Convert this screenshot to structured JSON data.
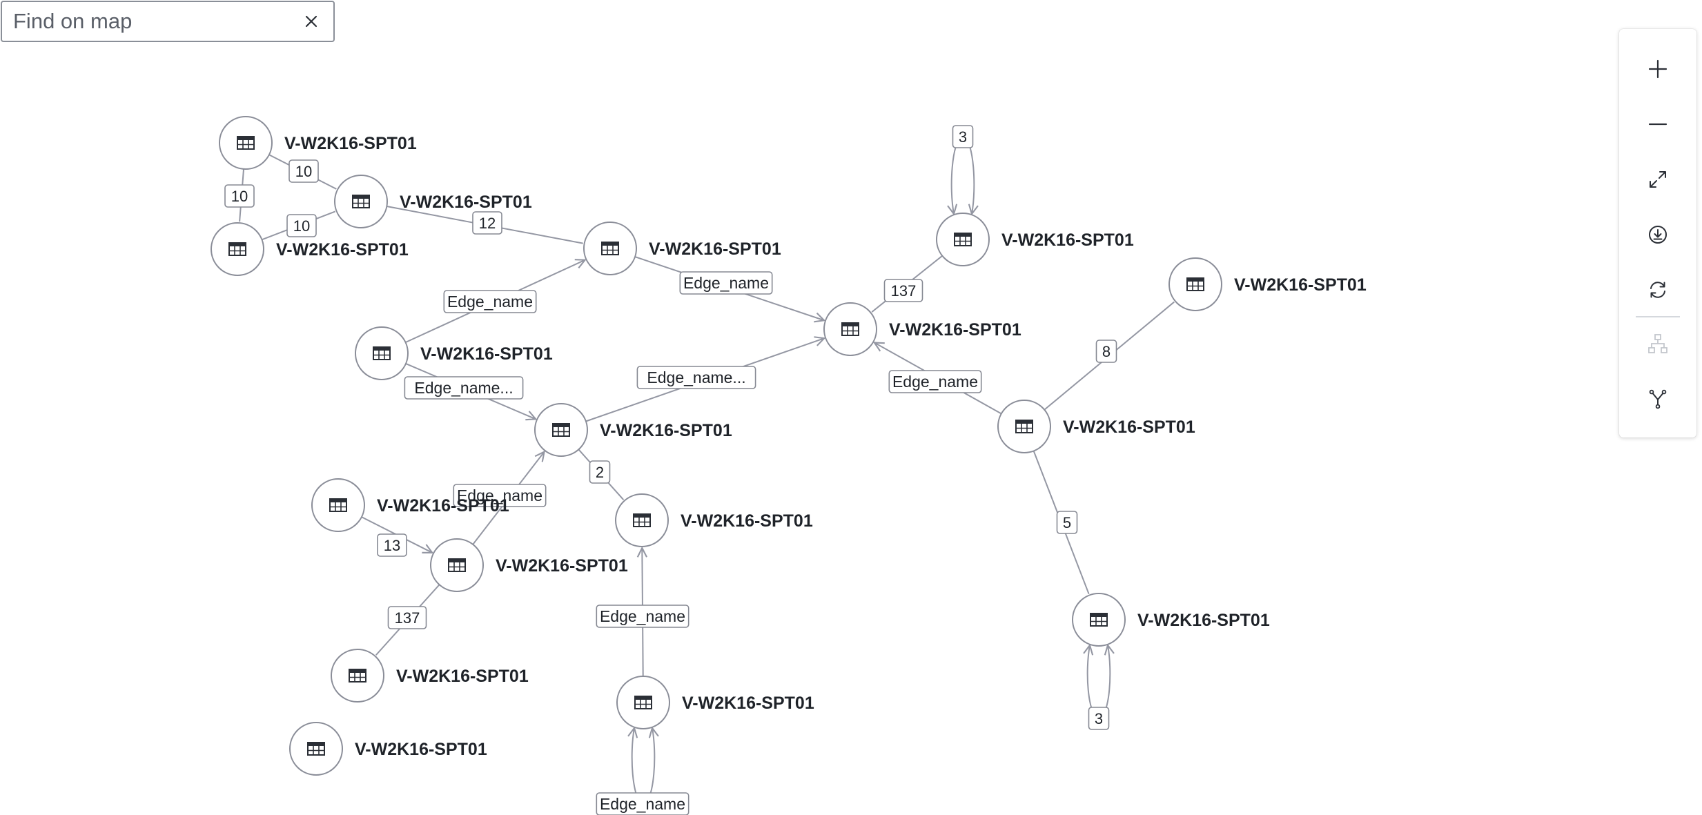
{
  "search": {
    "placeholder": "Find on map",
    "value": ""
  },
  "toolbar": {
    "buttons": [
      {
        "name": "zoom-in",
        "icon": "plus-icon",
        "enabled": true
      },
      {
        "name": "zoom-out",
        "icon": "minus-icon",
        "enabled": true
      },
      {
        "name": "fit-to-screen",
        "icon": "expand-icon",
        "enabled": true
      },
      {
        "name": "download",
        "icon": "download-icon",
        "enabled": true
      },
      {
        "name": "refresh",
        "icon": "refresh-icon",
        "enabled": true
      },
      {
        "name": "hierarchical-layout",
        "icon": "hierarchy-icon",
        "enabled": false
      },
      {
        "name": "force-layout",
        "icon": "branch-icon",
        "enabled": true
      }
    ]
  },
  "colors": {
    "edge": "#9497a3",
    "node_border": "#8a8d98",
    "label_border": "#858892",
    "text": "#1f2329",
    "icon": "#2b2f36",
    "icon_disabled": "#c3c6cc"
  },
  "graph": {
    "nodes": [
      {
        "id": "n1",
        "label": "V-W2K16-SPT01",
        "icon": "table-icon"
      },
      {
        "id": "n2",
        "label": "V-W2K16-SPT01",
        "icon": "table-icon"
      },
      {
        "id": "n3",
        "label": "V-W2K16-SPT01",
        "icon": "table-icon"
      },
      {
        "id": "n4",
        "label": "V-W2K16-SPT01",
        "icon": "table-icon"
      },
      {
        "id": "n5",
        "label": "V-W2K16-SPT01",
        "icon": "table-icon"
      },
      {
        "id": "n6",
        "label": "V-W2K16-SPT01",
        "icon": "table-icon"
      },
      {
        "id": "n7",
        "label": "V-W2K16-SPT01",
        "icon": "table-icon"
      },
      {
        "id": "n8",
        "label": "V-W2K16-SPT01",
        "icon": "table-icon"
      },
      {
        "id": "n9",
        "label": "V-W2K16-SPT01",
        "icon": "table-icon"
      },
      {
        "id": "n10",
        "label": "V-W2K16-SPT01",
        "icon": "table-icon"
      },
      {
        "id": "n11",
        "label": "V-W2K16-SPT01",
        "icon": "table-icon"
      },
      {
        "id": "n12",
        "label": "V-W2K16-SPT01",
        "icon": "table-icon"
      },
      {
        "id": "n13",
        "label": "V-W2K16-SPT01",
        "icon": "table-icon"
      },
      {
        "id": "n14",
        "label": "V-W2K16-SPT01",
        "icon": "table-icon"
      },
      {
        "id": "n15",
        "label": "V-W2K16-SPT01",
        "icon": "table-icon"
      },
      {
        "id": "n16",
        "label": "V-W2K16-SPT01",
        "icon": "table-icon"
      },
      {
        "id": "n17",
        "label": "V-W2K16-SPT01",
        "icon": "table-icon"
      }
    ],
    "edges": [
      {
        "from": "n1",
        "to": "n3",
        "label": "10",
        "arrow": false
      },
      {
        "from": "n1",
        "to": "n2",
        "label": "10",
        "arrow": false
      },
      {
        "from": "n2",
        "to": "n3",
        "label": "10",
        "arrow": false
      },
      {
        "from": "n3",
        "to": "n4",
        "label": "12",
        "arrow": false
      },
      {
        "from": "n5",
        "to": "n4",
        "label": "Edge_name",
        "arrow": true
      },
      {
        "from": "n4",
        "to": "n6",
        "label": "Edge_name",
        "arrow": true
      },
      {
        "from": "n7",
        "to": "n6",
        "label": "137",
        "arrow": false
      },
      {
        "from": "n7",
        "to": "n7",
        "label": "3",
        "arrow": true
      },
      {
        "from": "n5",
        "to": "n9",
        "label": "Edge_name...",
        "arrow": true
      },
      {
        "from": "n9",
        "to": "n6",
        "label": "Edge_name...",
        "arrow": true
      },
      {
        "from": "n10",
        "to": "n6",
        "label": "Edge_name",
        "arrow": true
      },
      {
        "from": "n10",
        "to": "n8",
        "label": "8",
        "arrow": false
      },
      {
        "from": "n10",
        "to": "n11",
        "label": "5",
        "arrow": false
      },
      {
        "from": "n11",
        "to": "n11",
        "label": "3",
        "arrow": true
      },
      {
        "from": "n9",
        "to": "n13",
        "label": "2",
        "arrow": false
      },
      {
        "from": "n14",
        "to": "n9",
        "label": "Edge_name",
        "arrow": true
      },
      {
        "from": "n12",
        "to": "n14",
        "label": "13",
        "arrow": true
      },
      {
        "from": "n14",
        "to": "n15",
        "label": "137",
        "arrow": false
      },
      {
        "from": "n16",
        "to": "n13",
        "label": "Edge_name",
        "arrow": true
      },
      {
        "from": "n16",
        "to": "n16",
        "label": "Edge_name",
        "arrow": true
      }
    ]
  }
}
